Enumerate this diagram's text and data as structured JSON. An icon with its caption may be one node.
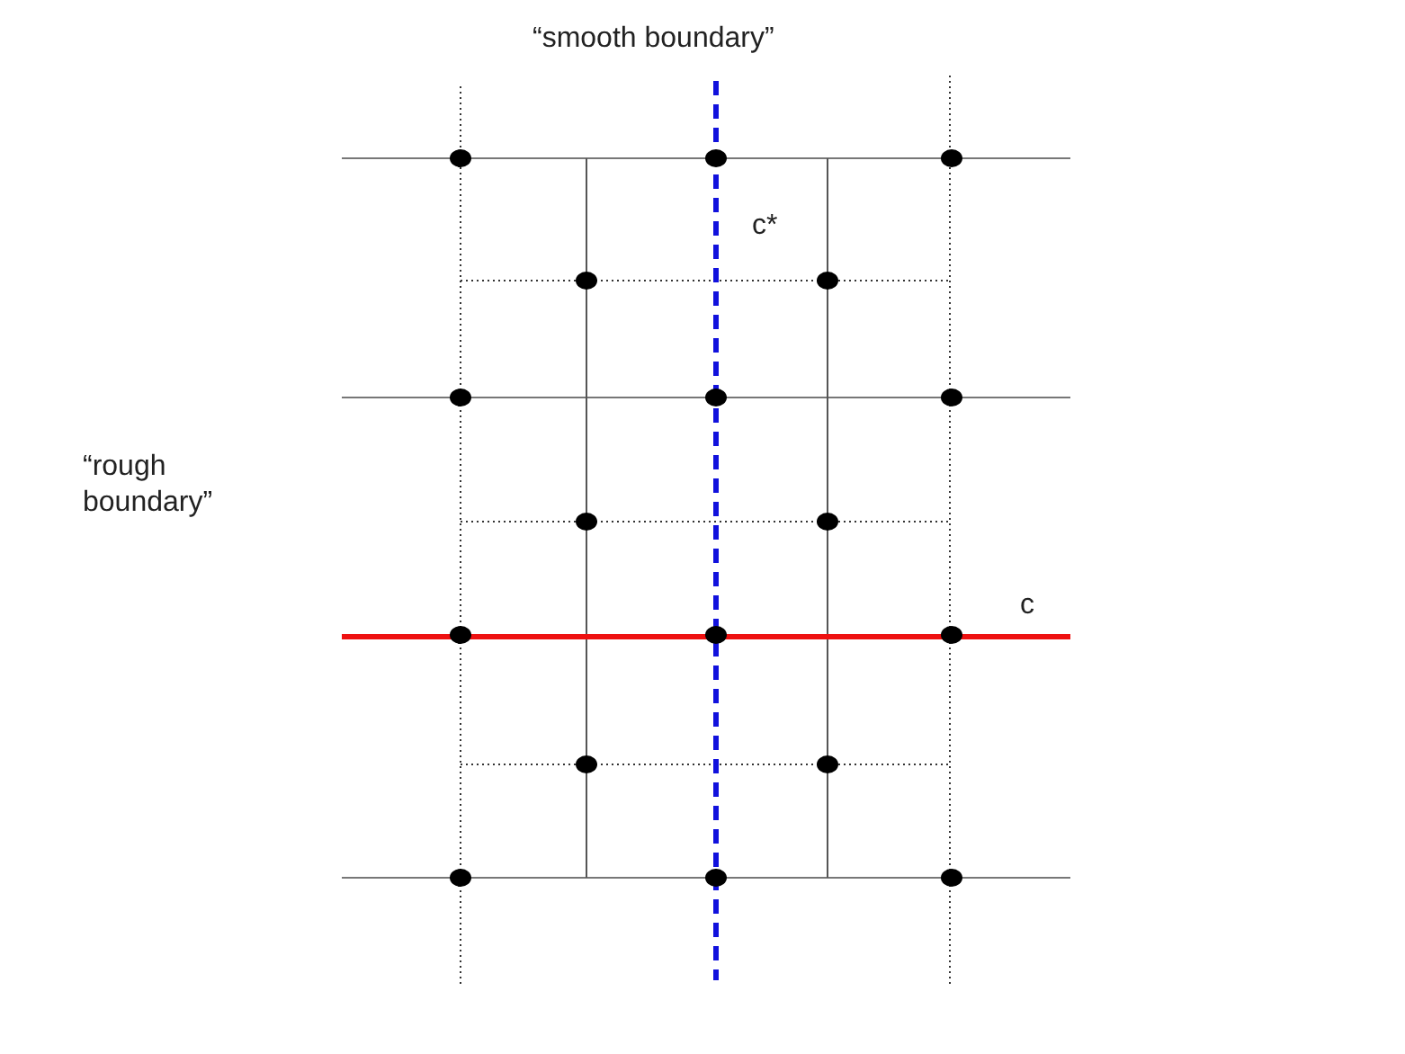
{
  "diagram": {
    "labels": [
      "“smooth boundary”",
      "c*",
      "“rough boundary”",
      "c"
    ]
  }
}
